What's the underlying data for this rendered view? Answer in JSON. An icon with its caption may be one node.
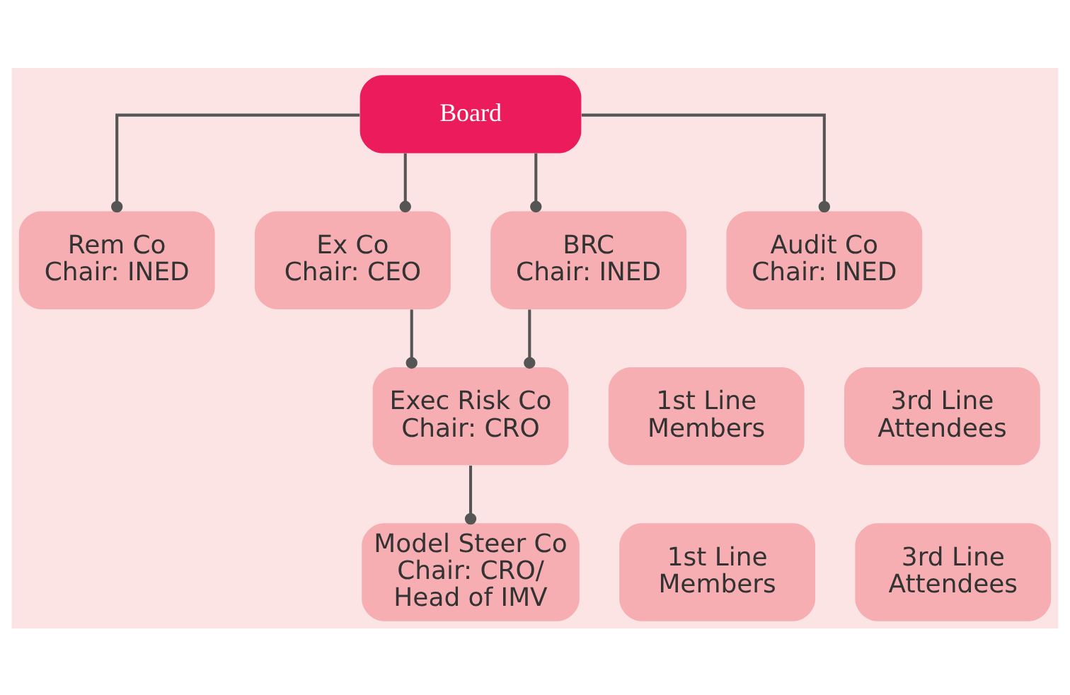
{
  "diagram": {
    "nodes": [
      {
        "text": [
          "Board"
        ]
      },
      {
        "text": [
          "Rem Co",
          "Chair: INED"
        ]
      },
      {
        "text": [
          "Ex Co",
          "Chair: CEO"
        ]
      },
      {
        "text": [
          "BRC",
          "Chair: INED"
        ]
      },
      {
        "text": [
          "Audit Co",
          "Chair: INED"
        ]
      },
      {
        "text": [
          "1st Line Members"
        ]
      },
      {
        "text": [
          "Exec Risk Co",
          "Chair: CRO"
        ]
      },
      {
        "text": [
          "3rd Line Attendees"
        ]
      },
      {
        "text": [
          "1st Line Members"
        ]
      },
      {
        "text": [
          "Model Steer Co",
          "Chair: CRO/ Head of IMV"
        ]
      },
      {
        "text": [
          "3rd Line Attendees"
        ]
      }
    ],
    "edges": [
      {
        "from": 0,
        "to": 1,
        "arrow": "other"
      },
      {
        "from": 0,
        "to": 2,
        "arrow": "other"
      },
      {
        "from": 0,
        "to": 3,
        "arrow": "other"
      },
      {
        "from": 0,
        "to": 4,
        "arrow": "other"
      },
      {
        "from": 2,
        "to": 6,
        "arrow": "other"
      },
      {
        "from": 3,
        "to": 6,
        "arrow": "other"
      },
      {
        "from": 6,
        "to": 9,
        "arrow": "other"
      }
    ]
  }
}
